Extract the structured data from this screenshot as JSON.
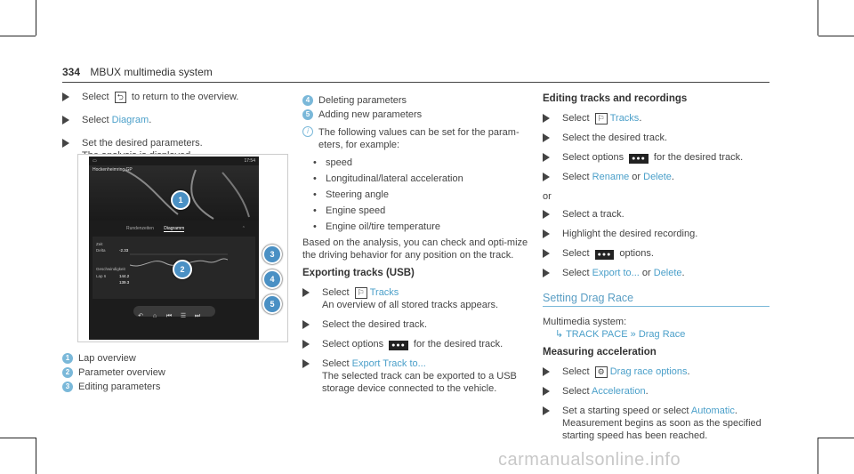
{
  "header": {
    "page_number": "334",
    "title": "MBUX multimedia system"
  },
  "left": {
    "steps": [
      {
        "pre": "Select ",
        "icon": "⮌",
        "post": " to return to the overview."
      },
      {
        "pre": "Select ",
        "link": "Diagram",
        "post": "."
      },
      {
        "pre": "Set the desired parameters.",
        "line2": "The analysis is displayed."
      }
    ],
    "screen": {
      "track_name": "Hockenheimring GP",
      "time": "17:54",
      "tab1": "Rundenzeiten",
      "tab2": "Diagramm",
      "r1_label": "Zeit",
      "r1_val": "-2.33",
      "r1b_label": "Delta",
      "r2_label": "Geschwindigkeit",
      "r2_val1": "144.2",
      "r2_val2": "139.3",
      "lap": "Lap 6"
    },
    "callouts": [
      "1",
      "2",
      "3",
      "4",
      "5"
    ],
    "legend": [
      {
        "num": "1",
        "text": "Lap overview"
      },
      {
        "num": "2",
        "text": "Parameter overview"
      },
      {
        "num": "3",
        "text": "Editing parameters"
      }
    ]
  },
  "middle": {
    "legend": [
      {
        "num": "4",
        "text": "Deleting parameters"
      },
      {
        "num": "5",
        "text": "Adding new parameters"
      }
    ],
    "note": "The following values can be set for the param-eters, for example:",
    "bullets": [
      "speed",
      "Longitudinal/lateral acceleration",
      "Steering angle",
      "Engine speed",
      "Engine oil/tire temperature"
    ],
    "para": "Based on the analysis, you can check and opti-mize the driving behavior for any position on the track.",
    "heading": "Exporting tracks (USB)",
    "steps": [
      {
        "pre": "Select ",
        "link": "Tracks",
        "line2": "An overview of all stored tracks appears."
      },
      {
        "pre": "Select the desired track."
      },
      {
        "pre": "Select options ",
        "post": " for the desired track."
      },
      {
        "pre": "Select ",
        "link": "Export Track to...",
        "line2": "The selected track can be exported to a USB storage device connected to the vehicle."
      }
    ]
  },
  "right": {
    "heading": "Editing tracks and recordings",
    "steps1": [
      {
        "pre": "Select ",
        "link": "Tracks",
        "post": "."
      },
      {
        "pre": "Select the desired track."
      },
      {
        "pre": "Select options ",
        "post": " for the desired track."
      },
      {
        "pre": "Select ",
        "link": "Rename",
        "mid": " or ",
        "link2": "Delete",
        "post": "."
      }
    ],
    "or": "or",
    "steps2": [
      {
        "pre": "Select a track."
      },
      {
        "pre": "Highlight the desired recording."
      },
      {
        "pre": "Select ",
        "post": " options."
      },
      {
        "pre": "Select ",
        "link": "Export to...",
        "mid": " or ",
        "link2": "Delete",
        "post": "."
      }
    ],
    "section_title": "Setting Drag Race",
    "menu_label": "Multimedia system:",
    "menu_path1": "TRACK PACE",
    "menu_path2": "Drag Race",
    "heading2": "Measuring acceleration",
    "steps3": [
      {
        "pre": "Select ",
        "link": "Drag race options",
        "post": "."
      },
      {
        "pre": "Select ",
        "link": "Acceleration",
        "post": "."
      },
      {
        "pre": "Set a starting speed or select ",
        "link": "Automatic",
        "post": ".",
        "line2": "Measurement begins as soon as the specified starting speed has been reached."
      }
    ]
  },
  "watermark": "carmanualsonline.info"
}
